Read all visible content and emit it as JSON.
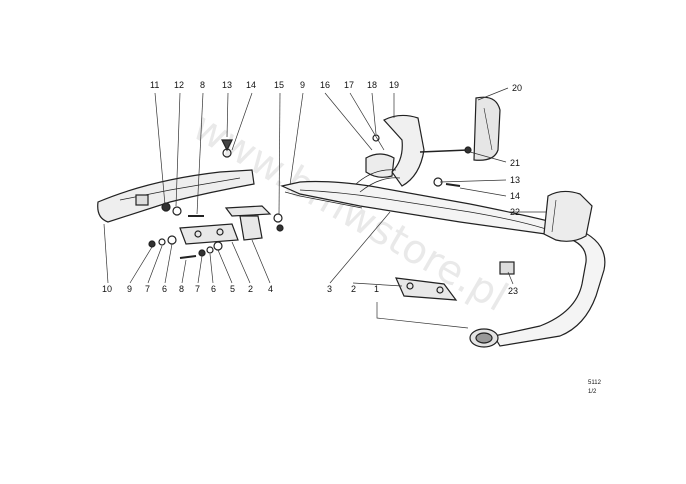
{
  "diagram": {
    "watermark": "www.bmwstore.pl",
    "drawing_code_line1": "5112",
    "drawing_code_line2": "1/2",
    "callouts": {
      "c1": "1",
      "c2a": "2",
      "c2b": "2",
      "c3": "3",
      "c4": "4",
      "c5": "5",
      "c6a": "6",
      "c6b": "6",
      "c7a": "7",
      "c7b": "7",
      "c8a": "8",
      "c8b": "8",
      "c9a": "9",
      "c9b": "9",
      "c10": "10",
      "c11": "11",
      "c12": "12",
      "c13a": "13",
      "c13b": "13",
      "c14a": "14",
      "c14b": "14",
      "c15": "15",
      "c16": "16",
      "c17": "17",
      "c18": "18",
      "c19": "19",
      "c20": "20",
      "c21": "21",
      "c22": "22",
      "c23": "23"
    }
  }
}
